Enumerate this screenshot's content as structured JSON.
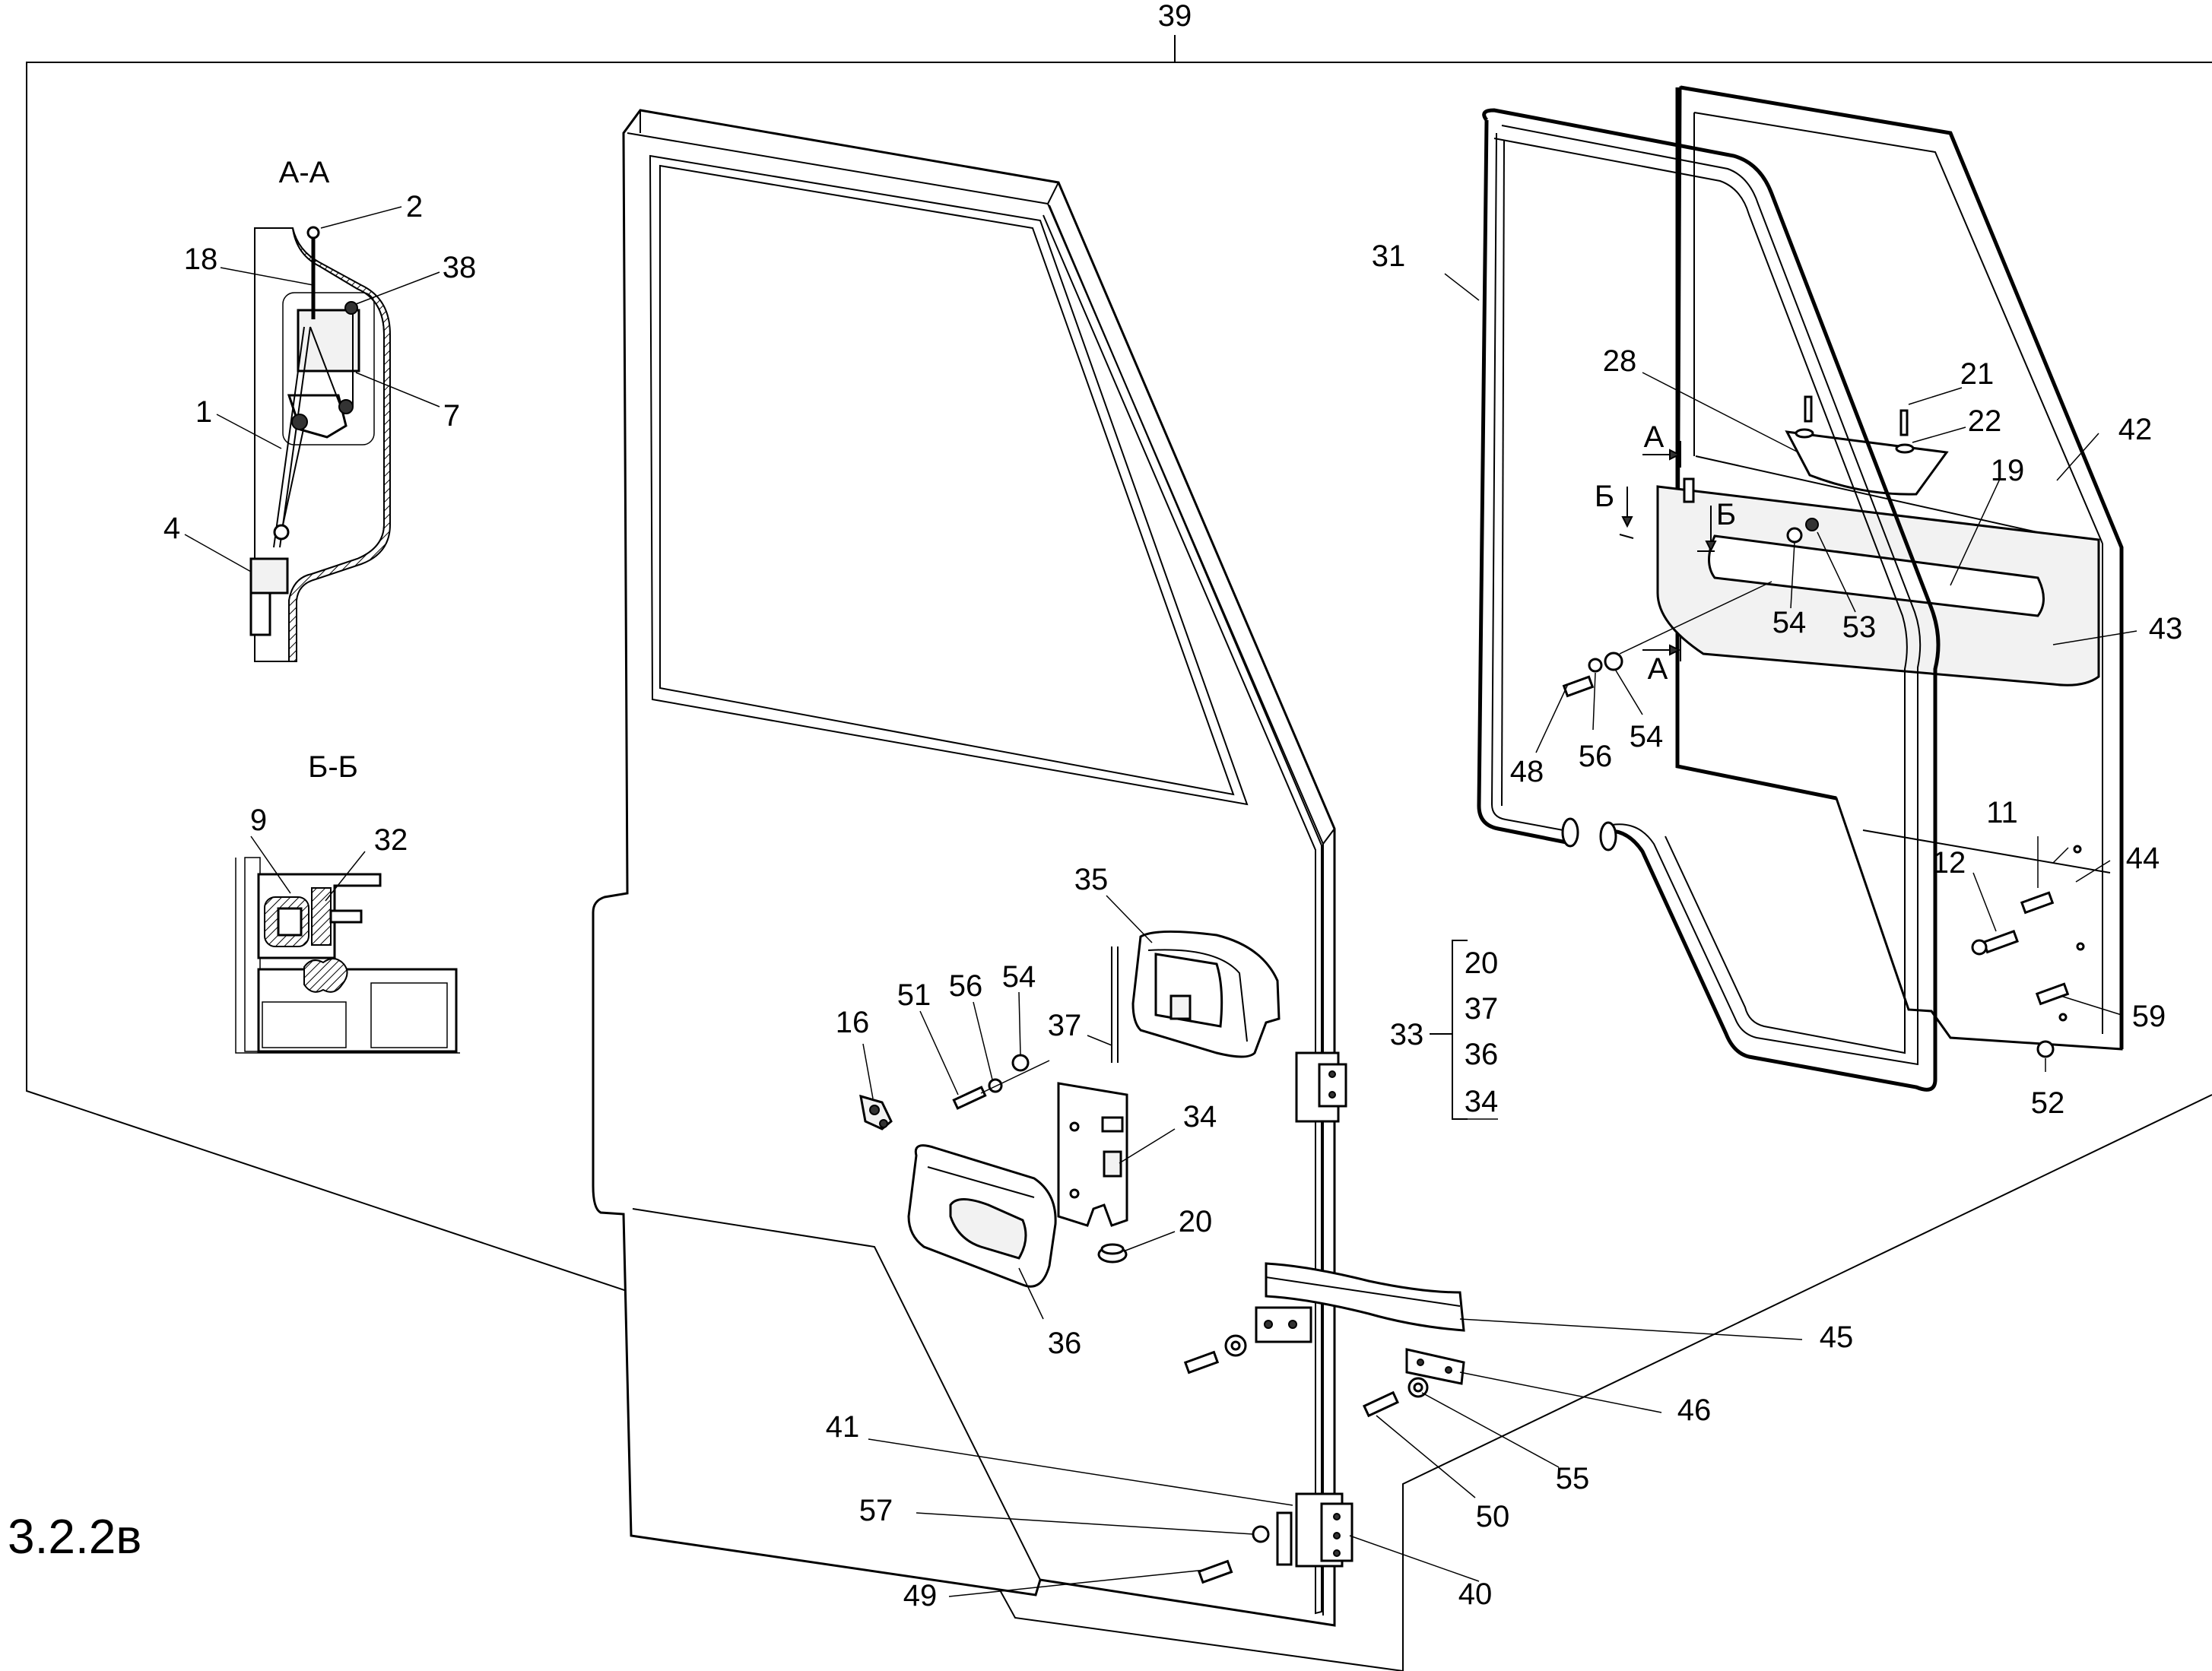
{
  "figure_number": "3.2.2в",
  "section_labels": {
    "aa": "А-А",
    "bb": "Б-Б",
    "cut_a_top": "А",
    "cut_a_bottom": "А",
    "cut_b_left": "Б",
    "cut_b_right": "Б"
  },
  "kit_group": {
    "label": "33",
    "items": [
      "20",
      "37",
      "36",
      "34"
    ]
  },
  "labels": {
    "p39": "39",
    "p2": "2",
    "p18": "18",
    "p38": "38",
    "p1": "1",
    "p7": "7",
    "p4": "4",
    "p9": "9",
    "p32": "32",
    "p31": "31",
    "p28": "28",
    "p21": "21",
    "p22": "22",
    "p42": "42",
    "p19": "19",
    "p54a": "54",
    "p53": "53",
    "p43": "43",
    "p48": "48",
    "p56a": "56",
    "p54b": "54",
    "p11": "11",
    "p12": "12",
    "p44": "44",
    "p59": "59",
    "p52": "52",
    "p35": "35",
    "p51": "51",
    "p56b": "56",
    "p54c": "54",
    "p37": "37",
    "p16": "16",
    "p34": "34",
    "p20": "20",
    "p36": "36",
    "p45": "45",
    "p46": "46",
    "p55": "55",
    "p50": "50",
    "p41": "41",
    "p57": "57",
    "p49": "49",
    "p40": "40"
  }
}
